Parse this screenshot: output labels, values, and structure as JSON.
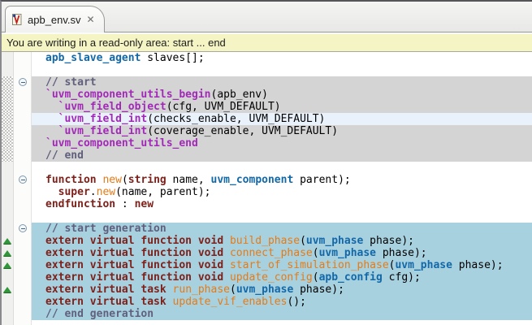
{
  "tab": {
    "title": "apb_env.sv",
    "close_glyph": "✕",
    "file_icon": "systemverilog-file"
  },
  "banner": {
    "message": "You are writing in a read-only area: start ... end"
  },
  "colors": {
    "readonly_region_bg": "#d4d4d4",
    "current_line_bg": "#e9f1fb",
    "generated_region_bg": "#a8d1e0",
    "banner_bg": "#f4f4c4",
    "keyword": "#7d211a",
    "type": "#1268a8",
    "function_name": "#e57b16",
    "macro": "#a229b8",
    "comment": "#60607d",
    "marker_green": "#31953a"
  },
  "editor": {
    "lines": [
      {
        "bg": "white",
        "fold": false,
        "marker": false,
        "hatch": false,
        "segments": [
          [
            "ty",
            "apb_slave_agent"
          ],
          [
            "pl",
            " slaves[];"
          ]
        ]
      },
      {
        "bg": "white",
        "fold": false,
        "marker": false,
        "hatch": false,
        "segments": []
      },
      {
        "bg": "readonly",
        "fold": true,
        "marker": false,
        "hatch": true,
        "segments": [
          [
            "cm",
            "// start"
          ]
        ]
      },
      {
        "bg": "readonly",
        "fold": false,
        "marker": false,
        "hatch": true,
        "segments": [
          [
            "mc",
            "`uvm_component_utils_begin"
          ],
          [
            "pl",
            "(apb_env)"
          ]
        ]
      },
      {
        "bg": "readonly",
        "fold": false,
        "marker": false,
        "hatch": true,
        "segments": [
          [
            "pl",
            "  "
          ],
          [
            "mc",
            "`uvm_field_object"
          ],
          [
            "pl",
            "(cfg, UVM_DEFAULT)"
          ]
        ]
      },
      {
        "bg": "cursor",
        "fold": false,
        "marker": false,
        "hatch": true,
        "segments": [
          [
            "pl",
            "  "
          ],
          [
            "mc",
            "`uvm_field_int"
          ],
          [
            "pl",
            "(checks_enable, UVM_DEFAULT)"
          ]
        ]
      },
      {
        "bg": "readonly",
        "fold": false,
        "marker": false,
        "hatch": true,
        "segments": [
          [
            "pl",
            "  "
          ],
          [
            "mc",
            "`uvm_field_int"
          ],
          [
            "pl",
            "(coverage_enable, UVM_DEFAULT)"
          ]
        ]
      },
      {
        "bg": "readonly",
        "fold": false,
        "marker": false,
        "hatch": true,
        "segments": [
          [
            "mc",
            "`uvm_component_utils_end"
          ]
        ]
      },
      {
        "bg": "readonly",
        "fold": false,
        "marker": false,
        "hatch": true,
        "segments": [
          [
            "cm",
            "// end"
          ]
        ]
      },
      {
        "bg": "white",
        "fold": false,
        "marker": false,
        "hatch": false,
        "segments": []
      },
      {
        "bg": "white",
        "fold": true,
        "marker": false,
        "hatch": false,
        "segments": [
          [
            "kw",
            "function"
          ],
          [
            "pl",
            " "
          ],
          [
            "fn",
            "new"
          ],
          [
            "pl",
            "("
          ],
          [
            "kw",
            "string"
          ],
          [
            "pl",
            " name, "
          ],
          [
            "ty",
            "uvm_component"
          ],
          [
            "pl",
            " parent);"
          ]
        ]
      },
      {
        "bg": "white",
        "fold": false,
        "marker": false,
        "hatch": false,
        "segments": [
          [
            "pl",
            "  "
          ],
          [
            "kw",
            "super"
          ],
          [
            "pl",
            "."
          ],
          [
            "fn",
            "new"
          ],
          [
            "pl",
            "(name, parent);"
          ]
        ]
      },
      {
        "bg": "white",
        "fold": false,
        "marker": false,
        "hatch": false,
        "segments": [
          [
            "kw",
            "endfunction"
          ],
          [
            "pl",
            " : "
          ],
          [
            "kw",
            "new"
          ]
        ]
      },
      {
        "bg": "white",
        "fold": false,
        "marker": false,
        "hatch": false,
        "segments": []
      },
      {
        "bg": "generated",
        "fold": true,
        "marker": false,
        "hatch": false,
        "segments": [
          [
            "cm",
            "// start generation"
          ]
        ]
      },
      {
        "bg": "generated",
        "fold": false,
        "marker": true,
        "hatch": false,
        "segments": [
          [
            "kw",
            "extern virtual function void"
          ],
          [
            "pl",
            " "
          ],
          [
            "fn",
            "build_phase"
          ],
          [
            "pl",
            "("
          ],
          [
            "ty",
            "uvm_phase"
          ],
          [
            "pl",
            " phase);"
          ]
        ]
      },
      {
        "bg": "generated",
        "fold": false,
        "marker": true,
        "hatch": false,
        "segments": [
          [
            "kw",
            "extern virtual function void"
          ],
          [
            "pl",
            " "
          ],
          [
            "fn",
            "connect_phase"
          ],
          [
            "pl",
            "("
          ],
          [
            "ty",
            "uvm_phase"
          ],
          [
            "pl",
            " phase);"
          ]
        ]
      },
      {
        "bg": "generated",
        "fold": false,
        "marker": true,
        "hatch": false,
        "segments": [
          [
            "kw",
            "extern virtual function void"
          ],
          [
            "pl",
            " "
          ],
          [
            "fn",
            "start_of_simulation_phase"
          ],
          [
            "pl",
            "("
          ],
          [
            "ty",
            "uvm_phase"
          ],
          [
            "pl",
            " phase);"
          ]
        ]
      },
      {
        "bg": "generated",
        "fold": false,
        "marker": false,
        "hatch": false,
        "segments": [
          [
            "kw",
            "extern virtual function void"
          ],
          [
            "pl",
            " "
          ],
          [
            "fn",
            "update_config"
          ],
          [
            "pl",
            "("
          ],
          [
            "ty",
            "apb_config"
          ],
          [
            "pl",
            " cfg);"
          ]
        ]
      },
      {
        "bg": "generated",
        "fold": false,
        "marker": true,
        "hatch": false,
        "segments": [
          [
            "kw",
            "extern virtual task"
          ],
          [
            "pl",
            " "
          ],
          [
            "fn",
            "run_phase"
          ],
          [
            "pl",
            "("
          ],
          [
            "ty",
            "uvm_phase"
          ],
          [
            "pl",
            " phase);"
          ]
        ]
      },
      {
        "bg": "generated",
        "fold": false,
        "marker": false,
        "hatch": false,
        "segments": [
          [
            "kw",
            "extern virtual task"
          ],
          [
            "pl",
            " "
          ],
          [
            "fn",
            "update_vif_enables"
          ],
          [
            "pl",
            "();"
          ]
        ]
      },
      {
        "bg": "generated",
        "fold": false,
        "marker": false,
        "hatch": false,
        "segments": [
          [
            "cm",
            "// end generation"
          ]
        ]
      },
      {
        "bg": "white",
        "fold": false,
        "marker": false,
        "hatch": false,
        "segments": []
      }
    ]
  }
}
